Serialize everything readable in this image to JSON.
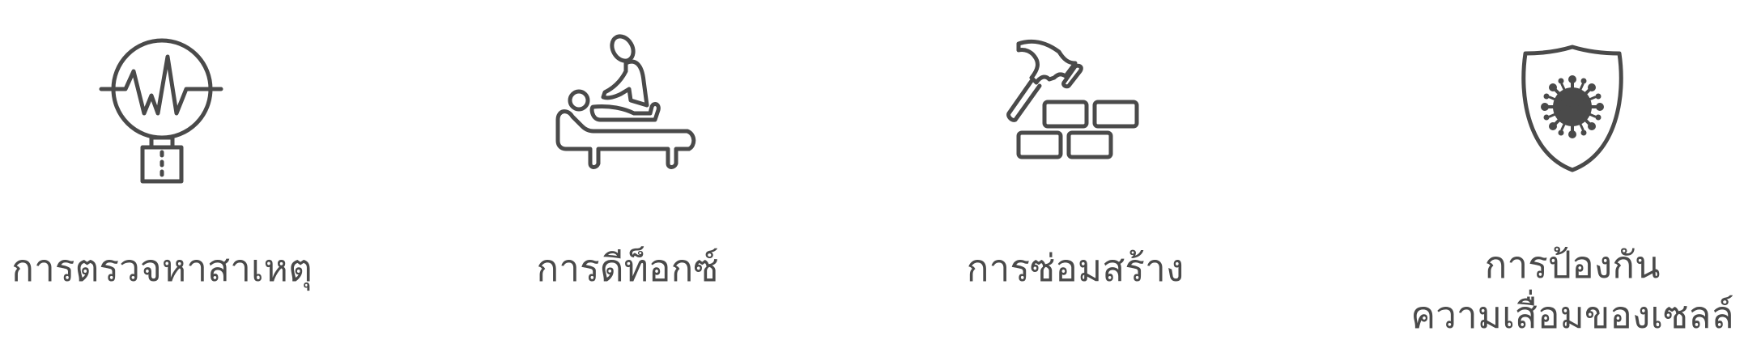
{
  "features": [
    {
      "label": "การตรวจหาสาเหตุ",
      "icon": "circuit-probe-icon"
    },
    {
      "label": "การดีท็อกซ์",
      "icon": "massage-therapy-icon"
    },
    {
      "label": "การซ่อมสร้าง",
      "icon": "hammer-bricks-icon"
    },
    {
      "label_line1": "การป้องกัน",
      "label_line2": "ความเสื่อมของเซลล์",
      "icon": "shield-virus-icon"
    }
  ],
  "colors": {
    "icon_stroke": "#4a4a4a",
    "text": "#4a4a4a",
    "background": "#ffffff"
  }
}
